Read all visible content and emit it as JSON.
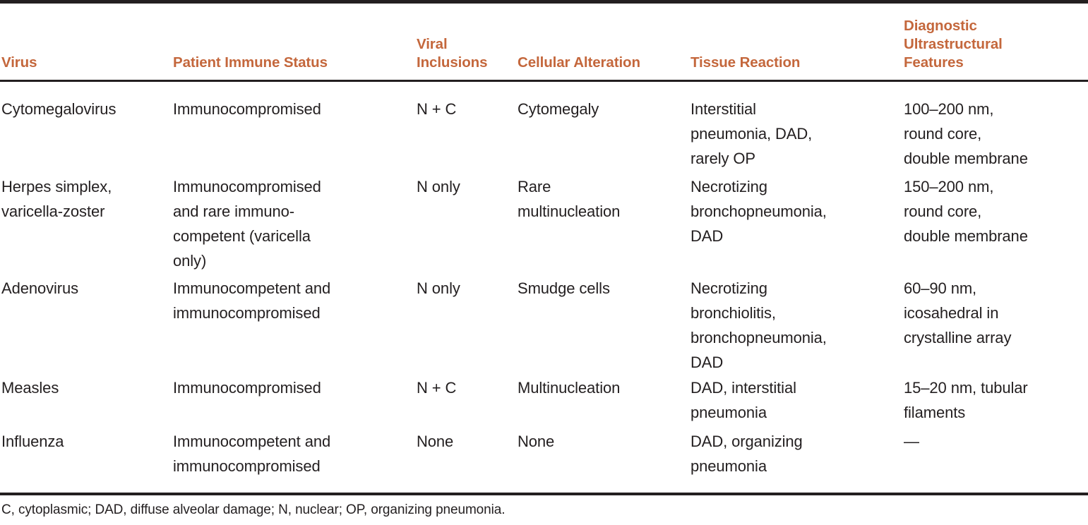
{
  "table": {
    "accent_color": "#c4673c",
    "text_color": "#231f20",
    "columns": [
      {
        "key": "virus",
        "label": "Virus"
      },
      {
        "key": "immune",
        "label": "Patient Immune Status"
      },
      {
        "key": "inclusion",
        "label": "Viral\nInclusions"
      },
      {
        "key": "cellular",
        "label": "Cellular Alteration"
      },
      {
        "key": "tissue",
        "label": "Tissue Reaction"
      },
      {
        "key": "ultra",
        "label": "Diagnostic\nUltrastructural\nFeatures"
      }
    ],
    "rows": [
      {
        "virus": "Cytomegalovirus",
        "immune": "Immunocompromised",
        "inclusion": "N + C",
        "cellular": "Cytomegaly",
        "tissue": "Interstitial\npneumonia, DAD,\nrarely OP",
        "ultra": "100–200 nm,\nround core,\ndouble membrane"
      },
      {
        "virus": "Herpes simplex,\nvaricella-zoster",
        "immune": "Immunocompromised\nand rare immuno-\ncompetent (varicella\nonly)",
        "inclusion": "N only",
        "cellular": "Rare\nmultinucleation",
        "tissue": "Necrotizing\nbronchopneumonia,\nDAD",
        "ultra": "150–200 nm,\nround core,\ndouble membrane"
      },
      {
        "virus": "Adenovirus",
        "immune": "Immunocompetent and\nimmunocompromised",
        "inclusion": "N only",
        "cellular": "Smudge cells",
        "tissue": "Necrotizing\nbronchiolitis,\nbronchopneumonia,\nDAD",
        "ultra": "60–90 nm,\nicosahedral in\ncrystalline array"
      },
      {
        "virus": "Measles",
        "immune": "Immunocompromised",
        "inclusion": "N + C",
        "cellular": "Multinucleation",
        "tissue": "DAD, interstitial\npneumonia",
        "ultra": "15–20 nm, tubular\nfilaments"
      },
      {
        "virus": "Influenza",
        "immune": "Immunocompetent and\nimmunocompromised",
        "inclusion": "None",
        "cellular": "None",
        "tissue": "DAD, organizing\npneumonia",
        "ultra": "—"
      }
    ],
    "footnote": "C, cytoplasmic; DAD, diffuse alveolar damage; N, nuclear; OP, organizing pneumonia."
  }
}
